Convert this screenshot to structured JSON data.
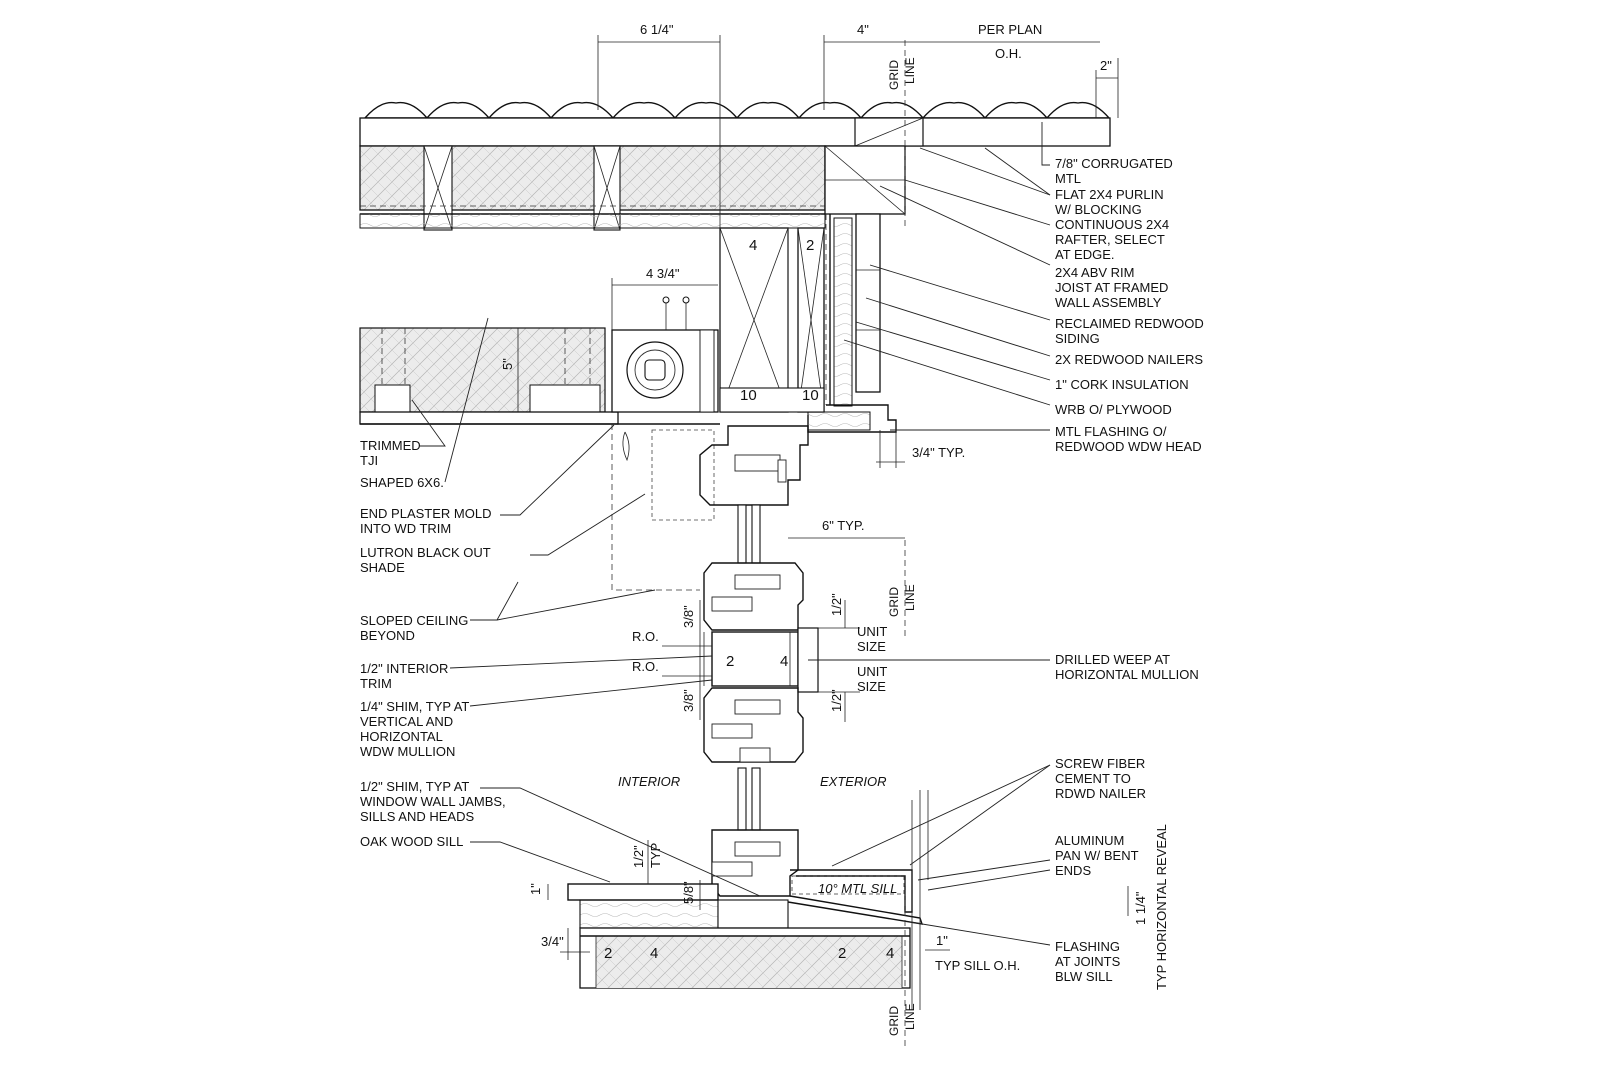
{
  "dimensions": {
    "d_6_1_4": "6 1/4\"",
    "d_4": "4\"",
    "per_plan": "PER PLAN",
    "oh": "O.H.",
    "d_2": "2\"",
    "d_4_3_4": "4 3/4\"",
    "d_5": "5\"",
    "d_3_4_typ": "3/4\" TYP.",
    "d_6_typ": "6\" TYP.",
    "d_1_2_upper": "1/2\"",
    "d_1_2_lower": "1/2\"",
    "d_3_8_upper": "3/8\"",
    "d_3_8_lower": "3/8\"",
    "ro_upper": "R.O.",
    "ro_lower": "R.O.",
    "unit_upper": "UNIT",
    "size_upper": "SIZE",
    "unit_lower": "UNIT",
    "size_lower": "SIZE",
    "d_1_2_typ": "1/2\"",
    "typ": "TYP",
    "d_5_8": "5/8\"",
    "d_1_sill": "1\"",
    "d_3_4_sill": "3/4\"",
    "d_1_1_4": "1 1/4\"",
    "d_1_oh": "1\"",
    "typ_sill_oh": "TYP SILL O.H.",
    "typ_horizontal_reveal": "TYP HORIZONTAL REVEAL",
    "mtl_sill": "10° MTL SILL"
  },
  "grid": {
    "top": [
      "GRID",
      "LINE"
    ],
    "mid": [
      "GRID",
      "LINE"
    ],
    "bottom": [
      "GRID",
      "LINE"
    ]
  },
  "members": {
    "n4": "4",
    "n2": "2",
    "n10a": "10",
    "n10b": "10",
    "mull_2": "2",
    "mull_4": "4",
    "sill_2a": "2",
    "sill_4a": "4",
    "sill_2b": "2",
    "sill_4b": "4"
  },
  "zones": {
    "interior": "INTERIOR",
    "exterior": "EXTERIOR"
  },
  "notes_right": [
    [
      "7/8\" CORRUGATED",
      "MTL"
    ],
    [
      "FLAT 2X4 PURLIN",
      "W/ BLOCKING"
    ],
    [
      "CONTINUOUS 2X4",
      "RAFTER, SELECT",
      "AT EDGE."
    ],
    [
      "2X4 ABV RIM",
      "JOIST AT FRAMED",
      "WALL ASSEMBLY"
    ],
    [
      "RECLAIMED REDWOOD",
      "SIDING"
    ],
    [
      "2X REDWOOD NAILERS"
    ],
    [
      "1\" CORK INSULATION"
    ],
    [
      "WRB O/ PLYWOOD"
    ],
    [
      "MTL FLASHING O/",
      "REDWOOD WDW HEAD"
    ],
    [
      "DRILLED WEEP AT",
      "HORIZONTAL MULLION"
    ],
    [
      "SCREW FIBER",
      "CEMENT TO",
      "RDWD NAILER"
    ],
    [
      "ALUMINUM",
      "PAN W/ BENT",
      "ENDS"
    ],
    [
      "FLASHING",
      "AT JOINTS",
      "BLW SILL"
    ]
  ],
  "notes_left": [
    [
      "TRIMMED",
      "TJI"
    ],
    [
      "SHAPED 6X6."
    ],
    [
      "END PLASTER MOLD",
      "INTO WD TRIM"
    ],
    [
      "LUTRON BLACK OUT",
      "SHADE"
    ],
    [
      "SLOPED CEILING",
      "BEYOND"
    ],
    [
      "1/2\" INTERIOR",
      "TRIM"
    ],
    [
      "1/4\" SHIM, TYP AT",
      "VERTICAL AND",
      "HORIZONTAL",
      "WDW MULLION"
    ],
    [
      "1/2\" SHIM, TYP AT",
      "WINDOW WALL JAMBS,",
      "SILLS AND HEADS"
    ],
    [
      "OAK WOOD SILL"
    ]
  ]
}
